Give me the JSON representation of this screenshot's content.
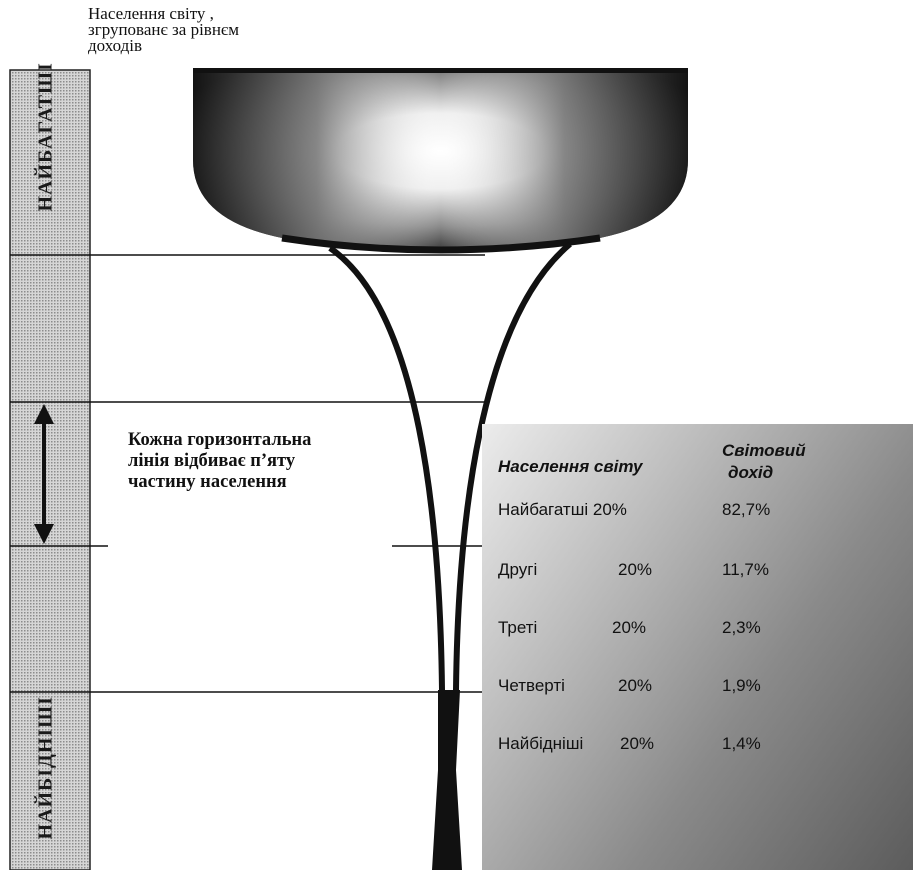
{
  "title": {
    "lines": [
      "Населення світу ,",
      "згрупованє за рівнєм",
      "доходів"
    ]
  },
  "side_labels": {
    "top": "НАЙБАГАТШІ",
    "bottom": "НАЙБІДНІШІ"
  },
  "note": {
    "lines": [
      "Кожна горизонтальна",
      "лінія відбиває п’яту",
      "частину населення"
    ]
  },
  "table": {
    "header_population": "Населення світу",
    "header_income_line1": "Світовий",
    "header_income_line2": "дохід",
    "rows": [
      {
        "group": "Найбагатші 20%",
        "share": "",
        "income": "82,7%"
      },
      {
        "group": "Другі",
        "share": "20%",
        "income": "11,7%"
      },
      {
        "group": "Треті",
        "share": "20%",
        "income": "2,3%"
      },
      {
        "group": "Четверті",
        "share": "20%",
        "income": "1,9%"
      },
      {
        "group": "Найбідніші",
        "share": "20%",
        "income": "1,4%"
      }
    ]
  },
  "colors": {
    "bar_fill": "#c8c8c8",
    "line": "#111111",
    "panel_dark": "#5c5c5c",
    "panel_light": "#ececec"
  }
}
